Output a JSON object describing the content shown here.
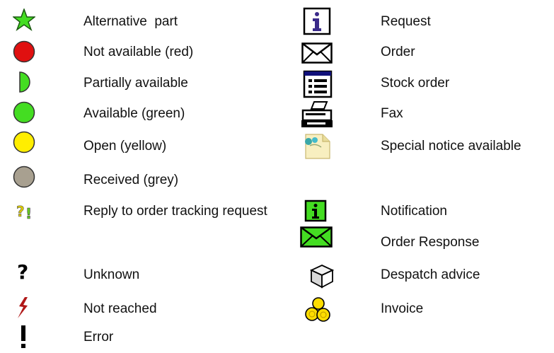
{
  "legend": {
    "left_column": [
      {
        "icon": "green-star-icon",
        "label": "Alternative  part"
      },
      {
        "icon": "red-circle-icon",
        "label": "Not available (red)"
      },
      {
        "icon": "half-green-circle-icon",
        "label": "Partially available"
      },
      {
        "icon": "green-circle-icon",
        "label": "Available (green)"
      },
      {
        "icon": "yellow-circle-icon",
        "label": "Open (yellow)"
      },
      {
        "icon": "grey-circle-icon",
        "label": "Received (grey)"
      },
      {
        "icon": "question-exclamation-icon",
        "label": "Reply to order tracking request"
      },
      {
        "icon": "question-mark-icon",
        "label": "Unknown"
      },
      {
        "icon": "lightning-bolt-icon",
        "label": "Not reached"
      },
      {
        "icon": "exclamation-mark-icon",
        "label": "Error"
      }
    ],
    "right_column": [
      {
        "icon": "info-icon",
        "label": "Request"
      },
      {
        "icon": "envelope-icon",
        "label": "Order"
      },
      {
        "icon": "list-document-icon",
        "label": "Stock order"
      },
      {
        "icon": "fax-icon",
        "label": "Fax"
      },
      {
        "icon": "notice-document-icon",
        "label": "Special notice available"
      },
      {
        "icon": "green-info-icon",
        "label": "Notification"
      },
      {
        "icon": "green-envelope-icon",
        "label": "Order Response"
      },
      {
        "icon": "package-box-icon",
        "label": "Despatch advice"
      },
      {
        "icon": "coins-icon",
        "label": "Invoice"
      }
    ],
    "colors": {
      "green": "#44dd22",
      "red": "#e01010",
      "yellow": "#ffee00",
      "grey": "#a8a090",
      "navy": "#10107a",
      "text": "#111111"
    }
  }
}
